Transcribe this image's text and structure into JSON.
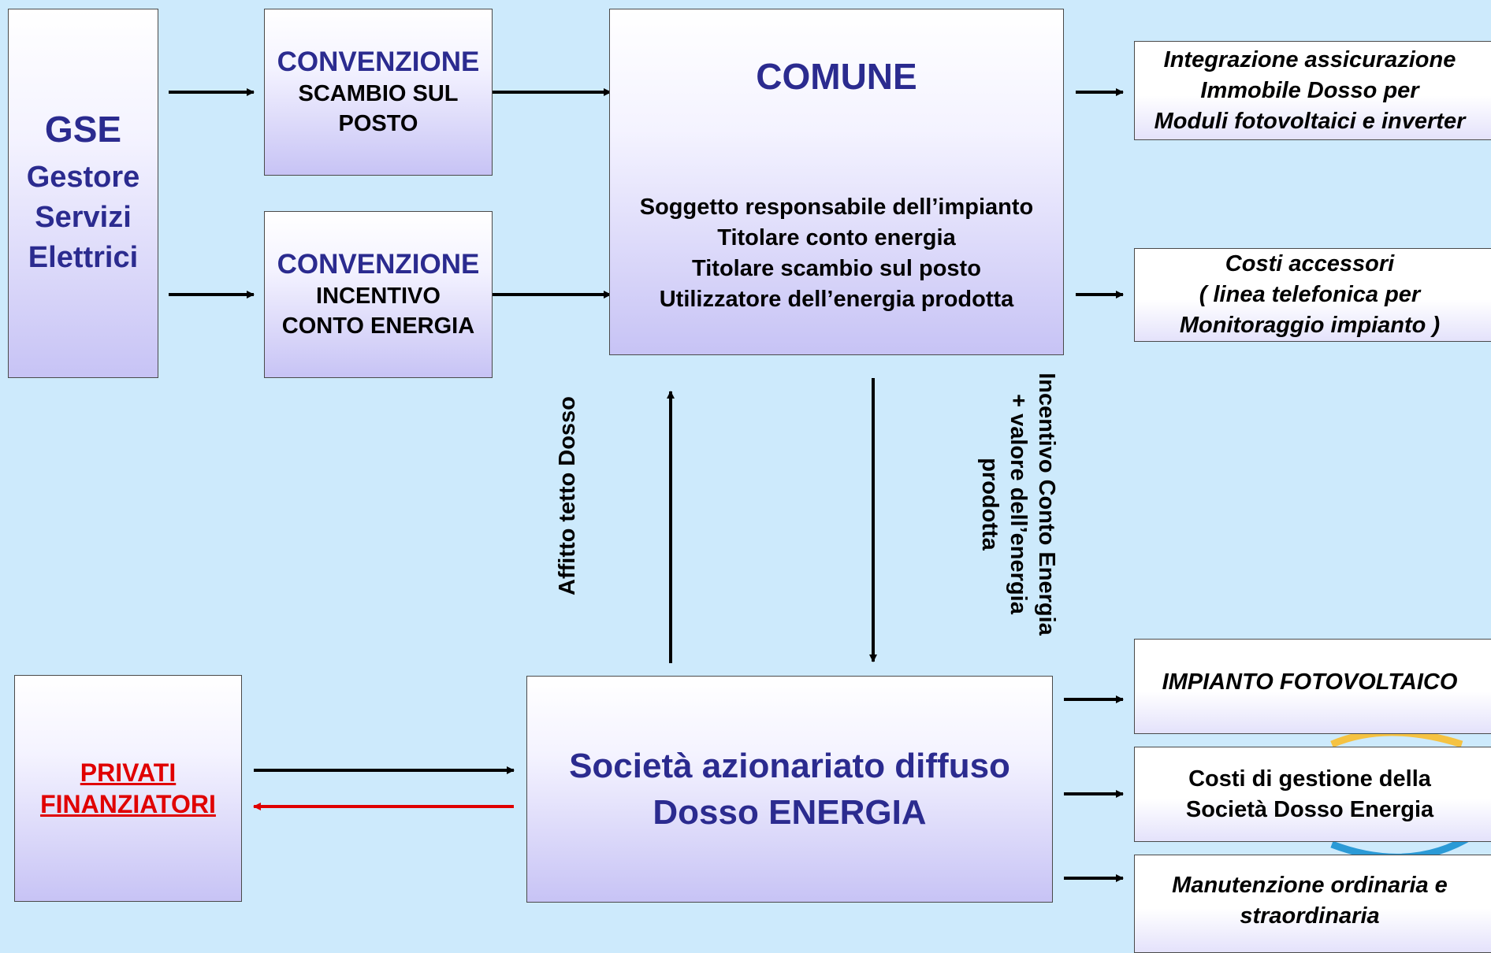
{
  "gse": {
    "abbr": "GSE",
    "lines": [
      "Gestore",
      "Servizi",
      "Elettrici"
    ]
  },
  "convenzione_scambio": {
    "title": "CONVENZIONE",
    "lines": [
      "SCAMBIO SUL",
      "POSTO"
    ]
  },
  "convenzione_incentivo": {
    "title": "CONVENZIONE",
    "lines": [
      "INCENTIVO",
      "CONTO ENERGIA"
    ]
  },
  "comune": {
    "title": "COMUNE",
    "roles": [
      "Soggetto responsabile dell’impianto",
      "Titolare conto energia",
      "Titolare scambio sul posto",
      "Utilizzatore dell’energia prodotta"
    ]
  },
  "integrazione": {
    "lines": [
      "Integrazione assicurazione",
      "Immobile Dosso per",
      "Moduli fotovoltaici e inverter"
    ]
  },
  "costi_accessori": {
    "lines": [
      "Costi accessori",
      "( linea telefonica per",
      "Monitoraggio impianto )"
    ]
  },
  "flows": {
    "affitto": "Affitto tetto Dosso",
    "incentivo_lines": [
      "Incentivo Conto Energia",
      "+ valore dell’energia",
      "prodotta"
    ]
  },
  "privati": {
    "lines": [
      "PRIVATI",
      "FINANZIATORI"
    ]
  },
  "societa": {
    "lines": [
      "Società azionariato diffuso",
      "Dosso ENERGIA"
    ]
  },
  "impianto": {
    "label": "IMPIANTO FOTOVOLTAICO"
  },
  "costi_gestione": {
    "lines": [
      "Costi di gestione della",
      "Società Dosso Energia"
    ]
  },
  "manutenzione": {
    "lines": [
      "Manutenzione ordinaria e",
      "straordinaria"
    ]
  },
  "colors": {
    "background": "#cdeafc",
    "title_blue": "#2b2b8f",
    "red_arrow": "#e00000",
    "box_gradient_bottom": "#c7c3f5"
  }
}
